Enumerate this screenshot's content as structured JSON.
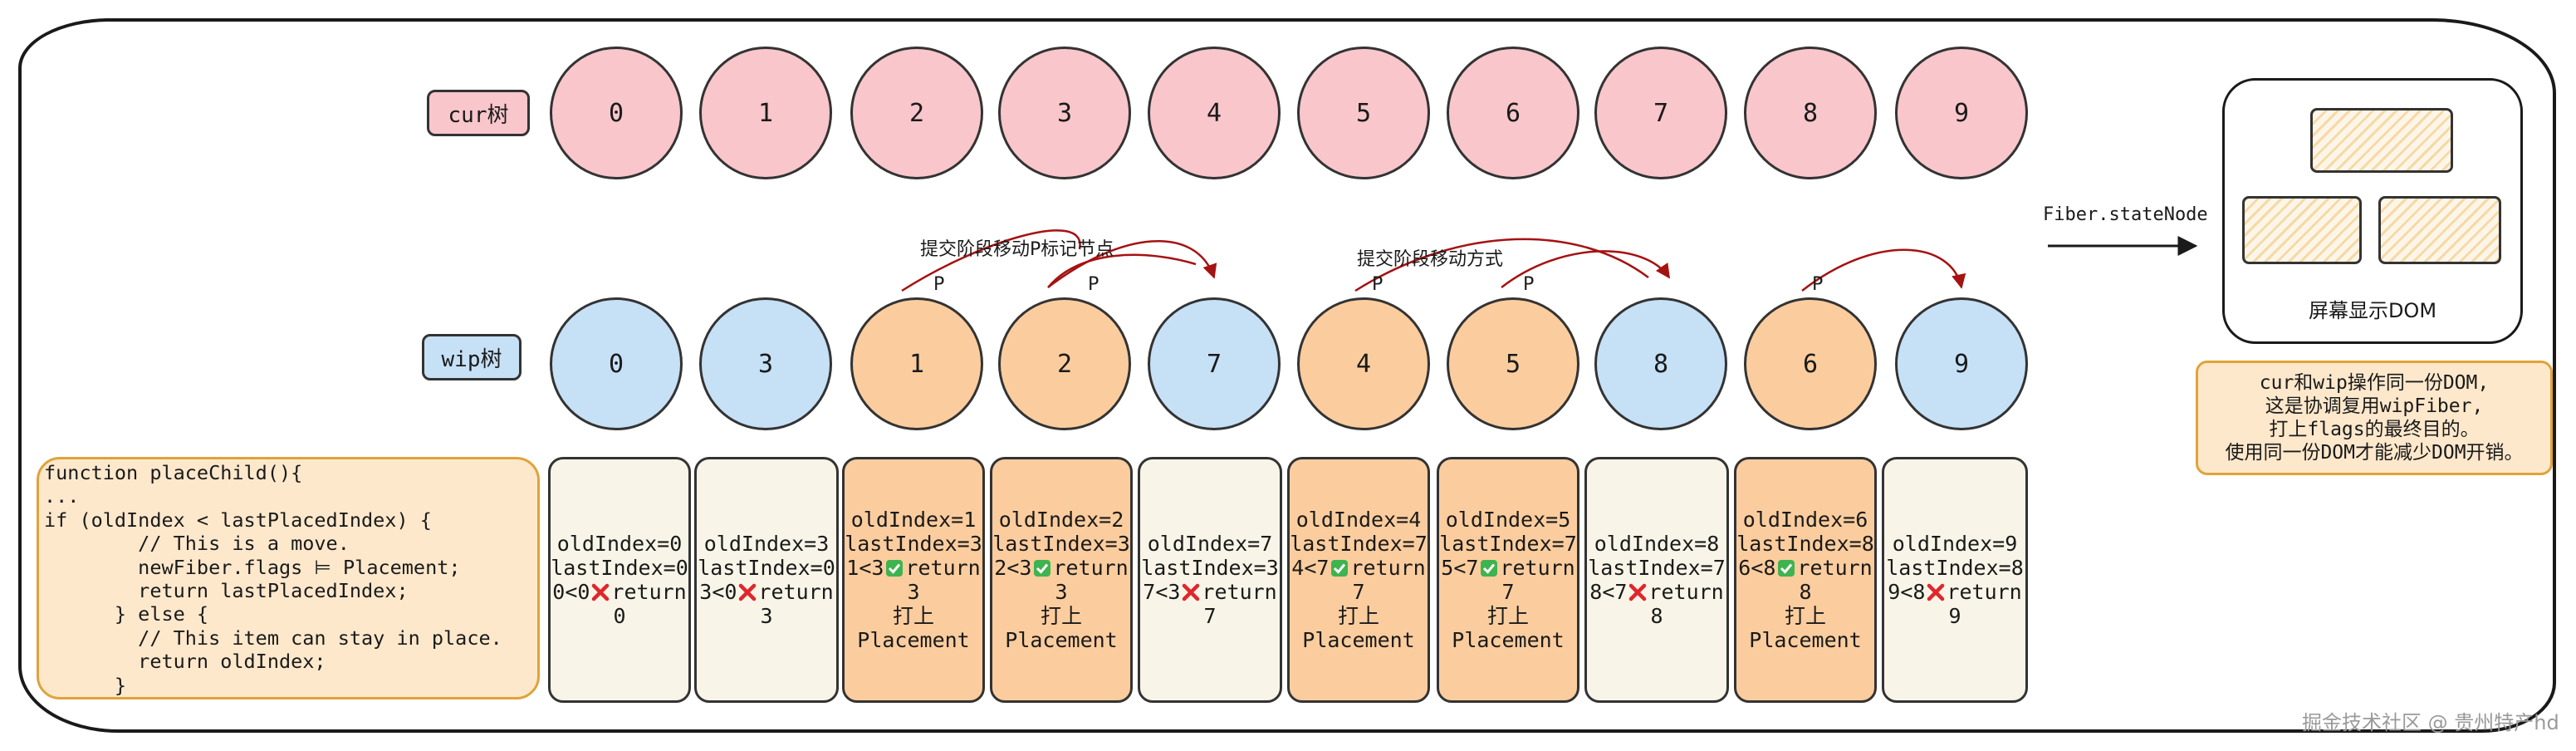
{
  "labels": {
    "cur_tree": "cur树",
    "wip_tree": "wip树",
    "p_mark": "P"
  },
  "cur_nodes": [
    "0",
    "1",
    "2",
    "3",
    "4",
    "5",
    "6",
    "7",
    "8",
    "9"
  ],
  "wip_nodes": [
    {
      "label": "0",
      "kind": "blue"
    },
    {
      "label": "3",
      "kind": "blue"
    },
    {
      "label": "1",
      "kind": "orange"
    },
    {
      "label": "2",
      "kind": "orange"
    },
    {
      "label": "7",
      "kind": "blue"
    },
    {
      "label": "4",
      "kind": "orange"
    },
    {
      "label": "5",
      "kind": "orange"
    },
    {
      "label": "8",
      "kind": "blue"
    },
    {
      "label": "6",
      "kind": "orange"
    },
    {
      "label": "9",
      "kind": "blue"
    }
  ],
  "annotations": {
    "commit_move_p": "提交阶段移动P标记节点",
    "commit_move_way": "提交阶段移动方式"
  },
  "code": [
    "function placeChild(){",
    "...",
    "if (oldIndex < lastPlacedIndex) {",
    "        // This is a move.",
    "        newFiber.flags ⊨ Placement;",
    "        return lastPlacedIndex;",
    "      } else {",
    "        // This item can stay in place.",
    "        return oldIndex;",
    "      }"
  ],
  "cards": [
    {
      "kind": "cream",
      "old": "oldIndex=0",
      "last": "lastIndex=0",
      "cmp_pre": "0<0",
      "mark": "cross",
      "cmp_post": "return",
      "ret": "0",
      "extra": []
    },
    {
      "kind": "cream",
      "old": "oldIndex=3",
      "last": "lastIndex=0",
      "cmp_pre": "3<0",
      "mark": "cross",
      "cmp_post": "return",
      "ret": "3",
      "extra": []
    },
    {
      "kind": "orange",
      "old": "oldIndex=1",
      "last": "lastIndex=3",
      "cmp_pre": "1<3",
      "mark": "check",
      "cmp_post": "return",
      "ret": "3",
      "extra": [
        "打上",
        "Placement"
      ]
    },
    {
      "kind": "orange",
      "old": "oldIndex=2",
      "last": "lastIndex=3",
      "cmp_pre": "2<3",
      "mark": "check",
      "cmp_post": "return",
      "ret": "3",
      "extra": [
        "打上",
        "Placement"
      ]
    },
    {
      "kind": "cream",
      "old": "oldIndex=7",
      "last": "lastIndex=3",
      "cmp_pre": "7<3",
      "mark": "cross",
      "cmp_post": "return",
      "ret": "7",
      "extra": []
    },
    {
      "kind": "orange",
      "old": "oldIndex=4",
      "last": "lastIndex=7",
      "cmp_pre": "4<7",
      "mark": "check",
      "cmp_post": "return",
      "ret": "7",
      "extra": [
        "打上",
        "Placement"
      ]
    },
    {
      "kind": "orange",
      "old": "oldIndex=5",
      "last": "lastIndex=7",
      "cmp_pre": "5<7",
      "mark": "check",
      "cmp_post": "return",
      "ret": "7",
      "extra": [
        "打上",
        "Placement"
      ]
    },
    {
      "kind": "cream",
      "old": "oldIndex=8",
      "last": "lastIndex=7",
      "cmp_pre": "8<7",
      "mark": "cross",
      "cmp_post": "return",
      "ret": "8",
      "extra": []
    },
    {
      "kind": "orange",
      "old": "oldIndex=6",
      "last": "lastIndex=8",
      "cmp_pre": "6<8",
      "mark": "check",
      "cmp_post": "return",
      "ret": "8",
      "extra": [
        "打上",
        "Placement"
      ]
    },
    {
      "kind": "cream",
      "old": "oldIndex=9",
      "last": "lastIndex=8",
      "cmp_pre": "9<8",
      "mark": "cross",
      "cmp_post": "return",
      "ret": "9",
      "extra": []
    }
  ],
  "state_node": "Fiber.stateNode",
  "dom_label": "屏幕显示DOM",
  "note_lines": [
    "cur和wip操作同一份DOM,",
    "这是协调复用wipFiber,",
    "打上flags的最终目的。",
    "使用同一份DOM才能减少DOM开销。"
  ],
  "watermark": "掘金技术社区 @ 贵州特产hd",
  "colors": {
    "cur": "#f8c6cb",
    "wip_blue": "#c6e0f6",
    "wip_orange": "#fbcd9e",
    "card_cream": "#f8f5e8",
    "arrow": "#a51212",
    "note_border": "#e0a33a"
  }
}
